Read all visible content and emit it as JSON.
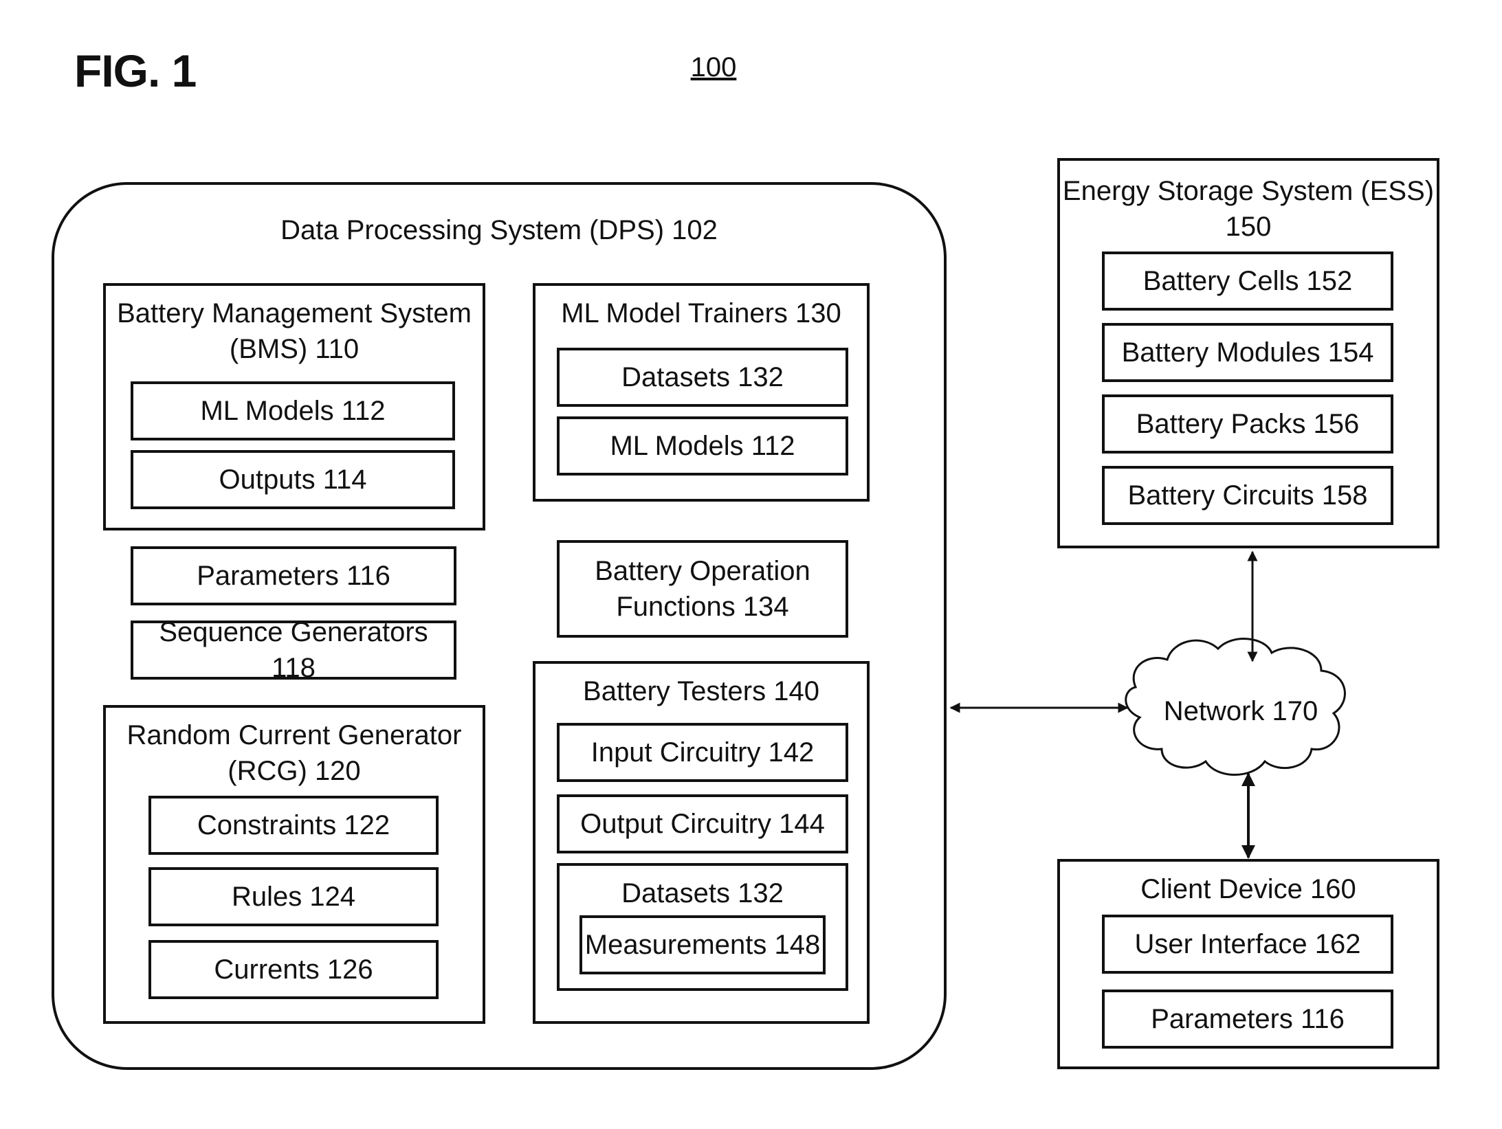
{
  "figure": {
    "label": "FIG. 1",
    "reference_number": "100"
  },
  "dps": {
    "title": "Data Processing System (DPS) 102",
    "bms": {
      "title": "Battery Management System\n(BMS) 110",
      "ml_models": "ML Models 112",
      "outputs": "Outputs 114"
    },
    "parameters": "Parameters 116",
    "sequence_generators": "Sequence Generators 118",
    "rcg": {
      "title": "Random Current Generator\n(RCG) 120",
      "constraints": "Constraints 122",
      "rules": "Rules 124",
      "currents": "Currents 126"
    },
    "ml_trainers": {
      "title": "ML Model Trainers 130",
      "datasets": "Datasets 132",
      "ml_models": "ML Models 112"
    },
    "battery_operation_functions": "Battery Operation\nFunctions 134",
    "battery_testers": {
      "title": "Battery Testers 140",
      "input_circuitry": "Input Circuitry 142",
      "output_circuitry": "Output Circuitry 144",
      "datasets": {
        "title": "Datasets 132",
        "measurements": "Measurements 148"
      }
    }
  },
  "ess": {
    "title": "Energy Storage System (ESS)\n150",
    "battery_cells": "Battery Cells 152",
    "battery_modules": "Battery Modules 154",
    "battery_packs": "Battery Packs 156",
    "battery_circuits": "Battery Circuits 158"
  },
  "network": {
    "label": "Network 170"
  },
  "client_device": {
    "title": "Client Device 160",
    "user_interface": "User Interface 162",
    "parameters": "Parameters 116"
  }
}
